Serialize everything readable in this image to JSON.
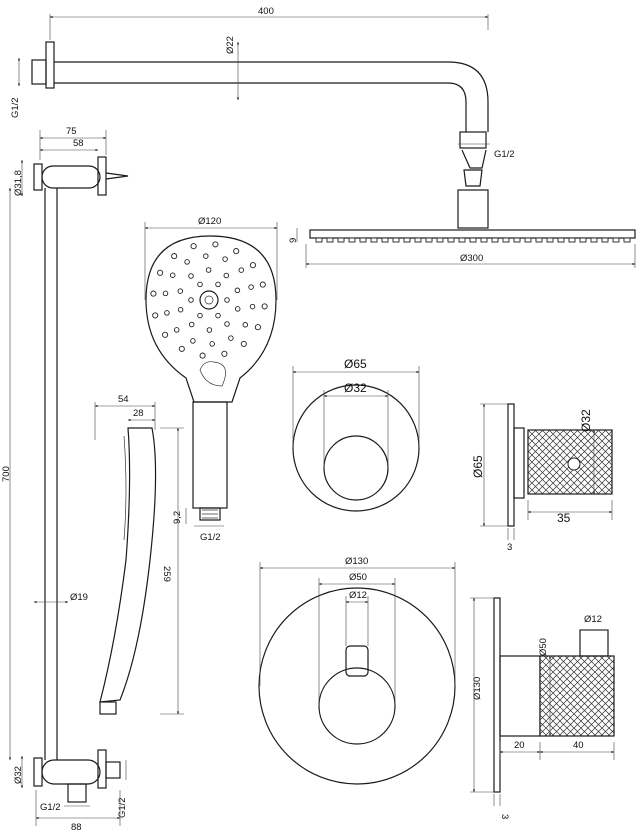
{
  "dimensions": {
    "arm_length": "400",
    "arm_diameter": "Ø22",
    "wall_thread": "G1/2",
    "head_thread": "G1/2",
    "rail_offset_75": "75",
    "rail_offset_58": "58",
    "rail_bracket_dia": "Ø31,8",
    "rail_length": "700",
    "rail_tube_dia": "Ø19",
    "rail_bottom_dia": "Ø32",
    "outlet_thread_left": "G1/2",
    "outlet_thread_right": "G1/2",
    "outlet_width": "88",
    "handshower_dia": "Ø120",
    "handshower_thread": "G1/2",
    "handshower_offset": "9,2",
    "handshower_side_54": "54",
    "handshower_side_28": "28",
    "handshower_length": "259",
    "head_thickness": "9",
    "head_dia": "Ø300",
    "small_rosette_outer": "Ø65",
    "small_rosette_inner": "Ø32",
    "small_side_height": "Ø65",
    "small_knob_dia": "Ø32",
    "small_knob_depth": "35",
    "small_plate": "3",
    "large_rosette_outer": "Ø130",
    "large_rosette_mid": "Ø50",
    "large_rosette_stem": "Ø12",
    "large_side_height": "Ø130",
    "large_knob_dia": "Ø50",
    "large_stem_dia": "Ø12",
    "large_sleeve": "20",
    "large_knob_depth": "40",
    "large_plate": "3"
  }
}
